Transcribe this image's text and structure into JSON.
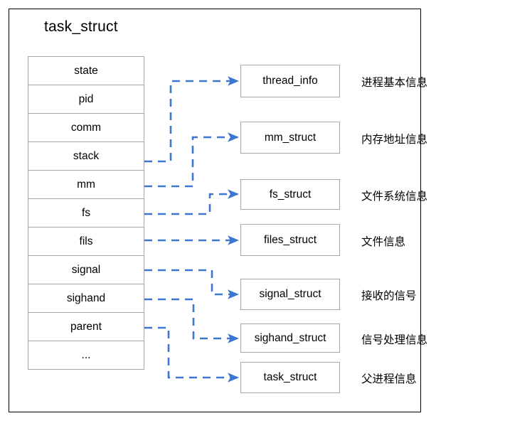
{
  "diagram": {
    "title": "task_struct",
    "accent_color": "#3b76d1",
    "box_border_color": "#a6a6a6",
    "frame_color": "#000000",
    "struct_fields": [
      {
        "label": "state"
      },
      {
        "label": "pid"
      },
      {
        "label": "comm"
      },
      {
        "label": "stack"
      },
      {
        "label": "mm"
      },
      {
        "label": "fs"
      },
      {
        "label": "fils"
      },
      {
        "label": "signal"
      },
      {
        "label": "sighand"
      },
      {
        "label": "parent"
      },
      {
        "label": "..."
      }
    ],
    "targets": [
      {
        "label": "thread_info",
        "note": "进程基本信息"
      },
      {
        "label": "mm_struct",
        "note": "内存地址信息"
      },
      {
        "label": "fs_struct",
        "note": "文件系统信息"
      },
      {
        "label": "files_struct",
        "note": "文件信息"
      },
      {
        "label": "signal_struct",
        "note": "接收的信号"
      },
      {
        "label": "sighand_struct",
        "note": "信号处理信息"
      },
      {
        "label": "task_struct",
        "note": "父进程信息"
      }
    ],
    "connections": [
      {
        "from": "stack",
        "to": "thread_info"
      },
      {
        "from": "mm",
        "to": "mm_struct"
      },
      {
        "from": "fs",
        "to": "fs_struct"
      },
      {
        "from": "fils",
        "to": "files_struct"
      },
      {
        "from": "signal",
        "to": "signal_struct"
      },
      {
        "from": "sighand",
        "to": "sighand_struct"
      },
      {
        "from": "parent",
        "to": "task_struct"
      }
    ]
  }
}
